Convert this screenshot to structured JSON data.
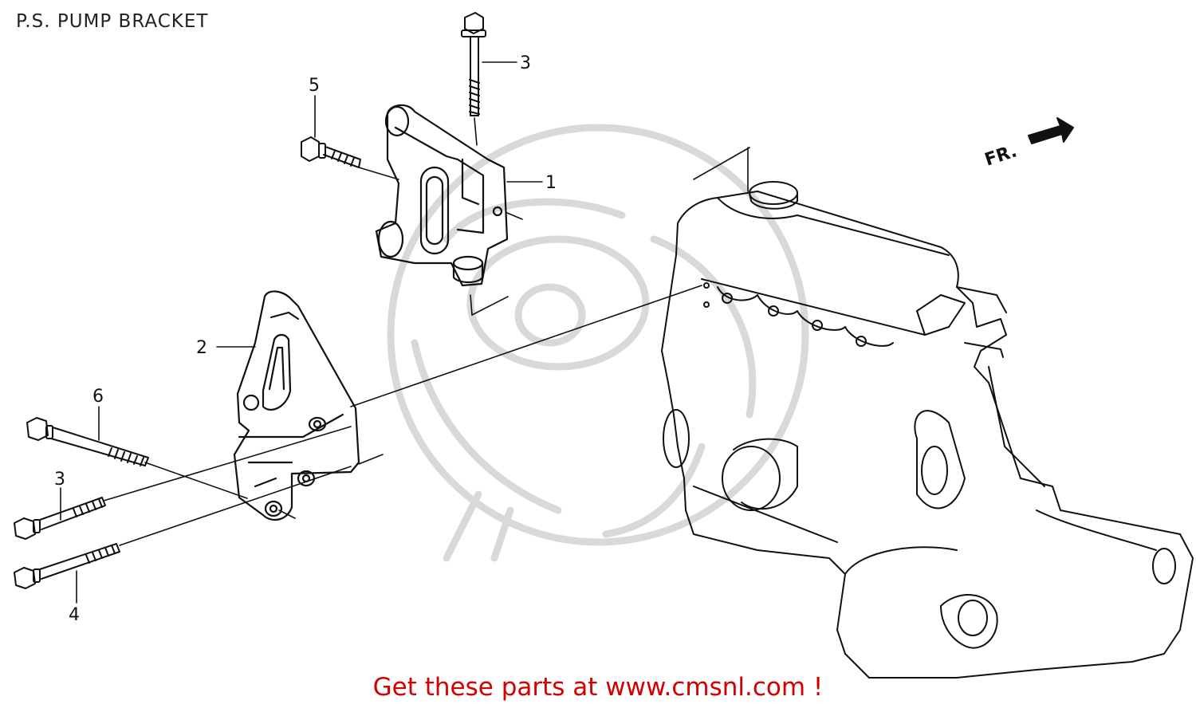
{
  "title": "P.S. PUMP BRACKET",
  "callouts": {
    "part_1": "1",
    "part_2": "2",
    "part_3_top": "3",
    "part_3_lower": "3",
    "part_4": "4",
    "part_5": "5",
    "part_6": "6"
  },
  "front_marker": "FR.",
  "promo": {
    "prefix": "Get these parts at ",
    "link_text": "www.cmsnl.com",
    "suffix": " !"
  },
  "colors": {
    "line": "#111111",
    "watermark": "#d9d9d9",
    "promo": "#d40000"
  }
}
